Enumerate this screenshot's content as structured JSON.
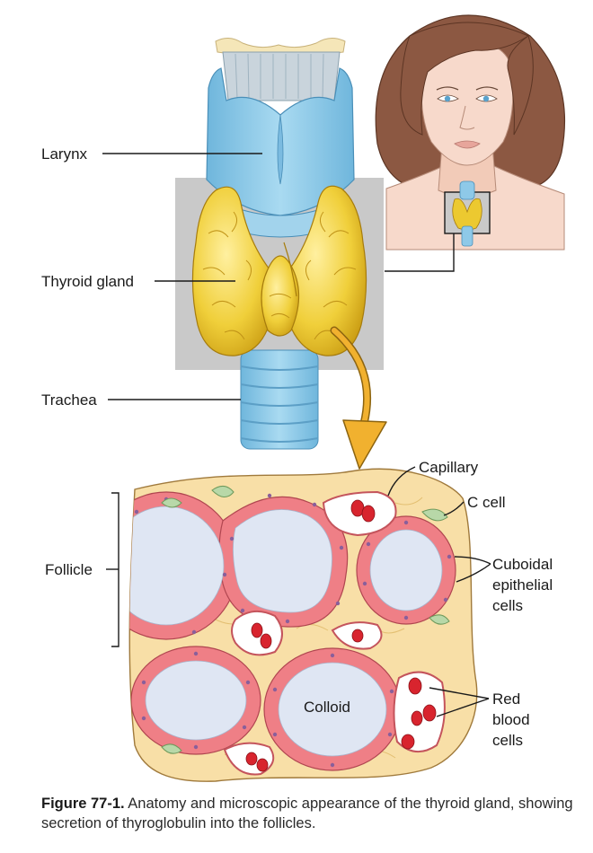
{
  "labels": {
    "larynx": "Larynx",
    "thyroid_gland": "Thyroid gland",
    "trachea": "Trachea",
    "follicle": "Follicle",
    "capillary": "Capillary",
    "c_cell": "C cell",
    "cuboidal_1": "Cuboidal",
    "cuboidal_2": "epithelial",
    "cuboidal_3": "cells",
    "colloid": "Colloid",
    "red_1": "Red",
    "red_2": "blood",
    "red_3": "cells"
  },
  "caption": {
    "figure_number": "Figure 77-1.",
    "text": " Anatomy and microscopic appearance of the thyroid gland, showing secretion of thyroglobulin into the follicles."
  },
  "colors": {
    "larynx_blue": "#8ec9e8",
    "thyroid_yellow": "#ecc930",
    "tissue_background": "#f8dfa7",
    "cell_pink": "#ef7f86",
    "colloid_blue": "#dfe6f3",
    "rbc_red": "#d8242e",
    "arrow_orange": "#f1b12f",
    "skin": "#f7d9cb",
    "hair": "#8c5842"
  }
}
